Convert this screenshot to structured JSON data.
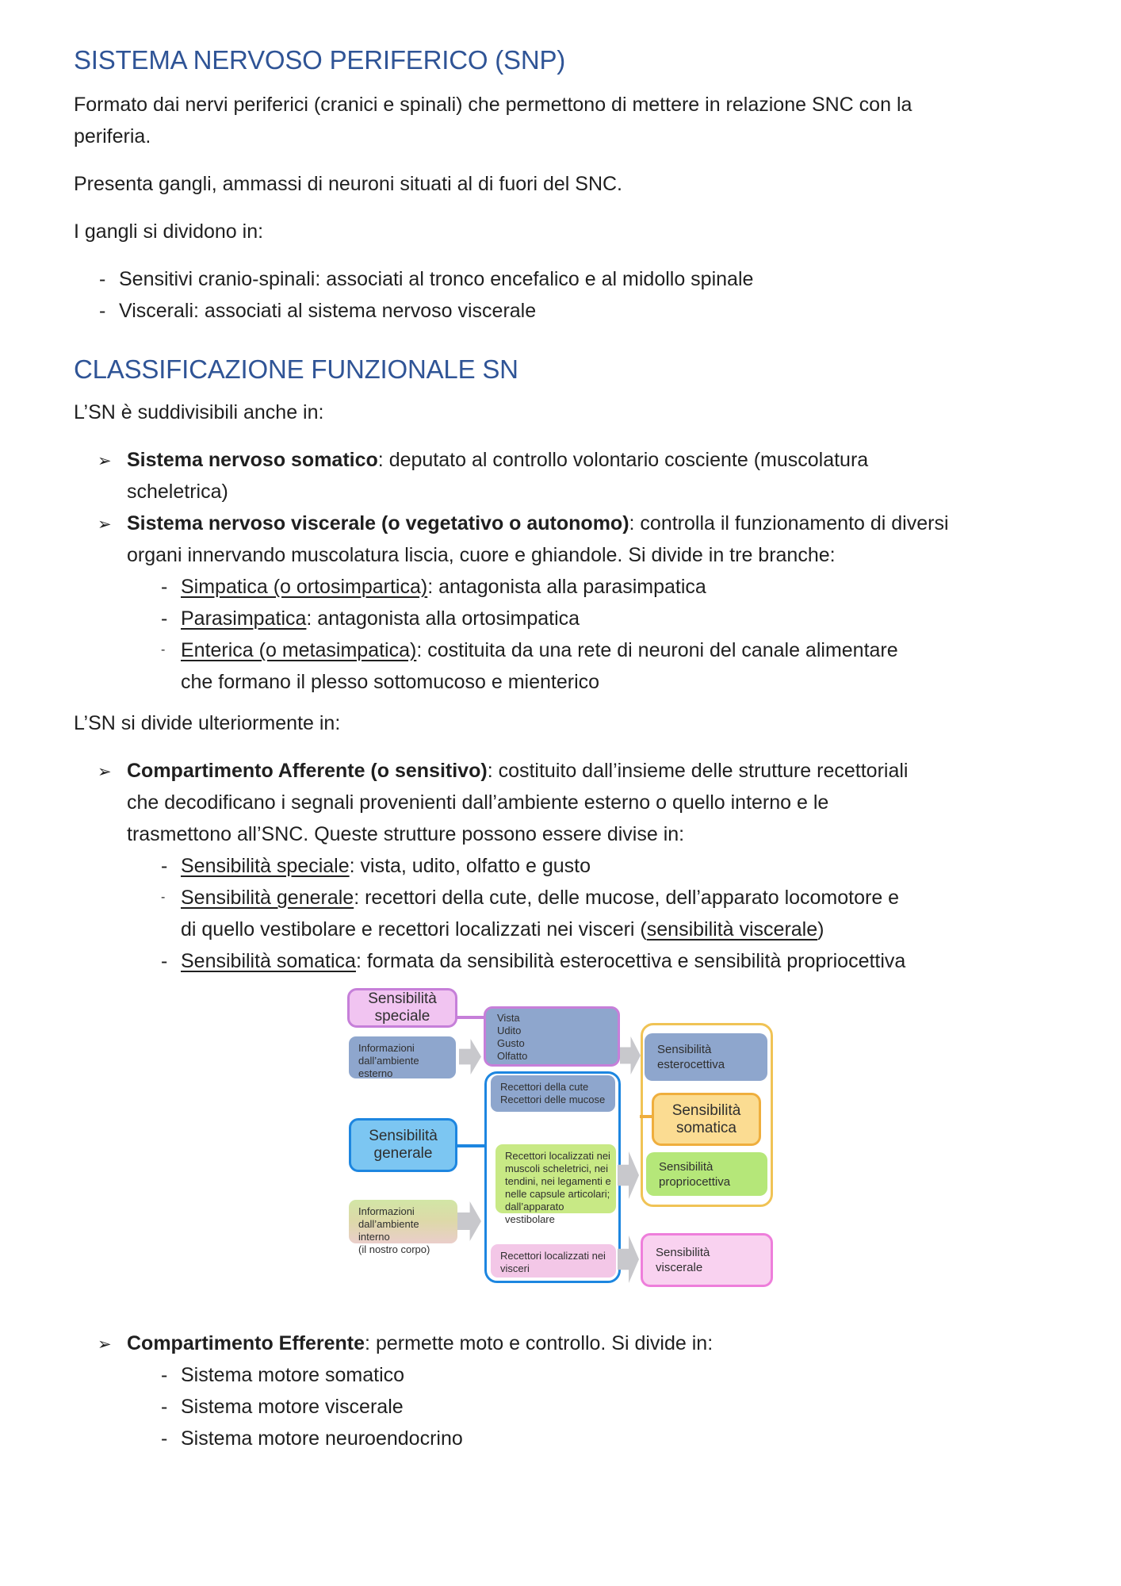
{
  "marks": {
    "dash": "-",
    "arrow": "➢"
  },
  "colors": {
    "heading_blue": "#2f5496",
    "body_text": "#1f1f1f",
    "blue_gray_fill": "#8ea6cd",
    "pink_lavender_fill": "#f1c4f1",
    "purple_border": "#c67fd9",
    "light_blue_fill": "#7cc6f2",
    "blue_border": "#1d86e0",
    "green_fill": "#c8e985",
    "green_fill_bright": "#b5e779",
    "pink_fill": "#f3c7e7",
    "pink_border": "#ee7edb",
    "yellow_fill": "#fbdc92",
    "orange_border": "#efae3d",
    "orange_container_border": "#f0c355",
    "arrow_gray": "#c8c8cc"
  },
  "doc": {
    "s1": {
      "title": "SISTEMA NERVOSO PERIFERICO (SNP)",
      "p1l1": "Formato dai nervi periferici (cranici e spinali) che permettono di mettere in relazione SNC con la",
      "p1l2": "periferia.",
      "p2": "Presenta gangli, ammassi di neuroni situati al di fuori del SNC.",
      "p3": "I gangli si dividono in:",
      "bullets": [
        "Sensitivi cranio-spinali: associati al tronco encefalico e al midollo spinale",
        "Viscerali: associati al sistema nervoso viscerale"
      ]
    },
    "s2": {
      "title": "CLASSIFICAZIONE FUNZIONALE SN",
      "intro": "L’SN è suddivisibili anche in:",
      "somatico": {
        "bold": "Sistema nervoso somatico",
        "rest": ": deputato al controllo volontario cosciente (muscolatura",
        "line2": "scheletrica)"
      },
      "viscerale": {
        "bold": "Sistema nervoso viscerale (o vegetativo o autonomo)",
        "rest": ": controlla il funzionamento di diversi",
        "line2": "organi innervando muscolatura liscia, cuore e ghiandole. Si divide in tre branche:"
      },
      "branche": [
        {
          "u": "Simpatica (o ortosimpartica)",
          "rest": ": antagonista alla parasimpatica"
        },
        {
          "u": "Parasimpatica",
          "rest": ": antagonista alla ortosimpatica"
        },
        {
          "u": "Enterica (o metasimpatica)",
          "rest": ": costituita da una rete di neuroni del canale alimentare",
          "line2": "che formano il plesso sottomucoso e mienterico"
        }
      ],
      "intro2": "L’SN si divide ulteriormente in:",
      "afferente": {
        "bold": "Compartimento Afferente (o sensitivo)",
        "rest": ": costituito dall’insieme delle strutture recettoriali",
        "line2": "che decodificano i segnali provenienti dall’ambiente esterno o quello interno e le",
        "line3": "trasmettono all’SNC. Queste strutture possono essere divise in:"
      },
      "sensibilita": [
        {
          "u": "Sensibilità speciale",
          "rest": ": vista, udito, olfatto e gusto"
        },
        {
          "u": "Sensibilità generale",
          "rest": ": recettori della cute, delle mucose, dell’apparato locomotore e",
          "line2_pre": "di quello vestibolare e recettori localizzati nei visceri (",
          "line2_u": "sensibilità viscerale",
          "line2_post": ")"
        },
        {
          "u": "Sensibilità somatica",
          "rest": ": formata da sensibilità esterocettiva e sensibilità propriocettiva"
        }
      ],
      "efferente": {
        "bold": "Compartimento Efferente",
        "rest": ": permette moto e controllo. Si divide in:"
      },
      "efferente_items": [
        "Sistema motore somatico",
        "Sistema motore viscerale",
        "Sistema motore neuroendocrino"
      ]
    }
  },
  "diagram": {
    "speciale": "Sensibilità\nspeciale",
    "info_esterno": "Informazioni\ndall’ambiente esterno",
    "generale": "Sensibilità\ngenerale",
    "info_interno": "Informazioni\ndall’ambiente interno\n(il nostro corpo)",
    "vista": "Vista\nUdito\nGusto\nOlfatto",
    "cute": "Recettori della cute\nRecettori delle mucose",
    "muscoli": "Recettori localizzati nei\nmuscoli scheletrici, nei\ntendini, nei legamenti e\nnelle capsule articolari;\ndall’apparato vestibolare",
    "visceri": "Recettori localizzati nei\nvisceri",
    "esterocettiva": "Sensibilità\nesterocettiva",
    "somatica": "Sensibilità\nsomatica",
    "propriocettiva": "Sensibilità\npropriocettiva",
    "viscerale": "Sensibilità\nviscerale"
  }
}
